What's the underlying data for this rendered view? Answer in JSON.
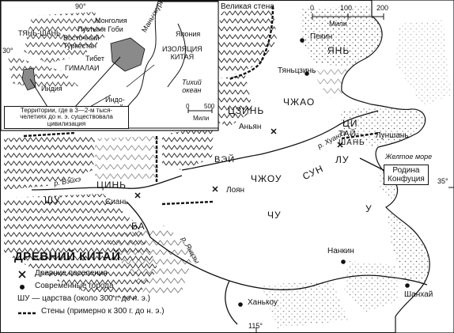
{
  "title": "ДРЕВНИЙ КИТАЙ",
  "legend": {
    "ancient": "Древние поселения",
    "modern": "Современные города",
    "kingdoms": "ШУ — царства (около 300 г. до н. э.)",
    "walls": "Стены (примерно к 300 г. до н. э.)"
  },
  "scale": {
    "t0": "0",
    "t100": "100",
    "t200": "200",
    "unit": "Мили"
  },
  "coords": {
    "lat35": "35°",
    "lon115": "115°"
  },
  "top_labels": {
    "great_wall": "Великая стена"
  },
  "kingdoms": {
    "yan": "ЯНЬ",
    "zhao": "ЧЖАО",
    "qi": "ЦИ",
    "jin": "ЦЗИНЬ",
    "wei": "ВЭЙ",
    "zhou": "ЧЖОУ",
    "qin": "ЦИНЬ",
    "lu": "ЛУ",
    "sun": "СУН",
    "chu": "ЧУ",
    "u": "У",
    "shu": "ШУ",
    "ba": "БА"
  },
  "mountains": {
    "taishan": "ТАЙ-\nШАНЬ"
  },
  "cities": {
    "beijing": "Пекин",
    "tianjin": "Тяньцзинь",
    "anyang": "Аньян",
    "lunshan": "Луншань",
    "luoyang": "Лоян",
    "xian": "Сиань",
    "nankin": "Нанкин",
    "shanghai": "Шанхай",
    "hankou": "Ханькоу"
  },
  "rivers": {
    "huanghe": "р. Хуанхэ",
    "weihe": "р. Вэйхэ",
    "yangtze": "р. Янцзы"
  },
  "seas": {
    "yellow": "Желтое море"
  },
  "confucius": "Родина\nКонфуция",
  "inset": {
    "lat30": "30°",
    "lon90": "90°",
    "manchuria": "Маньчжурия",
    "mongolia": "Монголия",
    "gobi": "Пустыня Гоби",
    "tianshan": "ТЯНЬ-ШАНЬ",
    "east_turkestan": "Восточный\nТуркестан",
    "japan": "Япония",
    "isolation": "ИЗОЛЯЦИЯ\nКИТАЯ",
    "tibet": "Тибет",
    "himalaya": "ГИМАЛАИ",
    "india": "Индия",
    "indochina": "Индо-\nкитай",
    "pacific": "Тихий\nокеан",
    "scale0": "0",
    "scale500": "500",
    "unit": "Мили",
    "callout": "Территории, где в 3—2-м тыся-\nчелетиях до н. э. существовала\nцивилизация"
  }
}
